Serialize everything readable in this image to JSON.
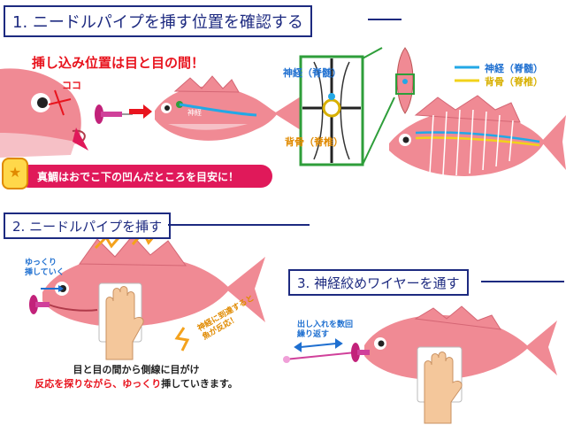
{
  "steps": [
    {
      "title": "1. ニードルパイプを挿す位置を確認する"
    },
    {
      "title": "2. ニードルパイプを挿す"
    },
    {
      "title": "3. 神経絞めワイヤーを通す"
    }
  ],
  "step1": {
    "headline": "挿し込み位置は目と目の間！",
    "koko": "ココ",
    "tip": "真鯛はおでこ下の凹んだところを目安に！",
    "inset_nerve": "神経（脊髄）",
    "inset_spine": "背骨（脊椎）",
    "legend": [
      {
        "label": "神経（脊髄）",
        "color": "#23a8e6"
      },
      {
        "label": "背骨（脊椎）",
        "color": "#f2d21a"
      }
    ],
    "fish_tag": "神経"
  },
  "step2": {
    "slow_line1": "ゆっくり",
    "slow_line2": "挿していく",
    "react_line1": "神経に到達すると",
    "react_line2": "魚が反応！",
    "caption_line1": "目と目の間から側線に目がけ",
    "caption_line2_red": "反応を探りながら、ゆっくり",
    "caption_line2_dark": "挿していきます。"
  },
  "step3": {
    "repeat_line1": "出し入れを数回",
    "repeat_line2": "繰り返す"
  },
  "colors": {
    "accent_navy": "#1d2a80",
    "red": "#e8141e",
    "nerve_blue": "#23a8e6",
    "spine_yellow": "#f2d21a",
    "fish_pink": "#f08a94",
    "highlight_green": "#2e9e3a"
  }
}
